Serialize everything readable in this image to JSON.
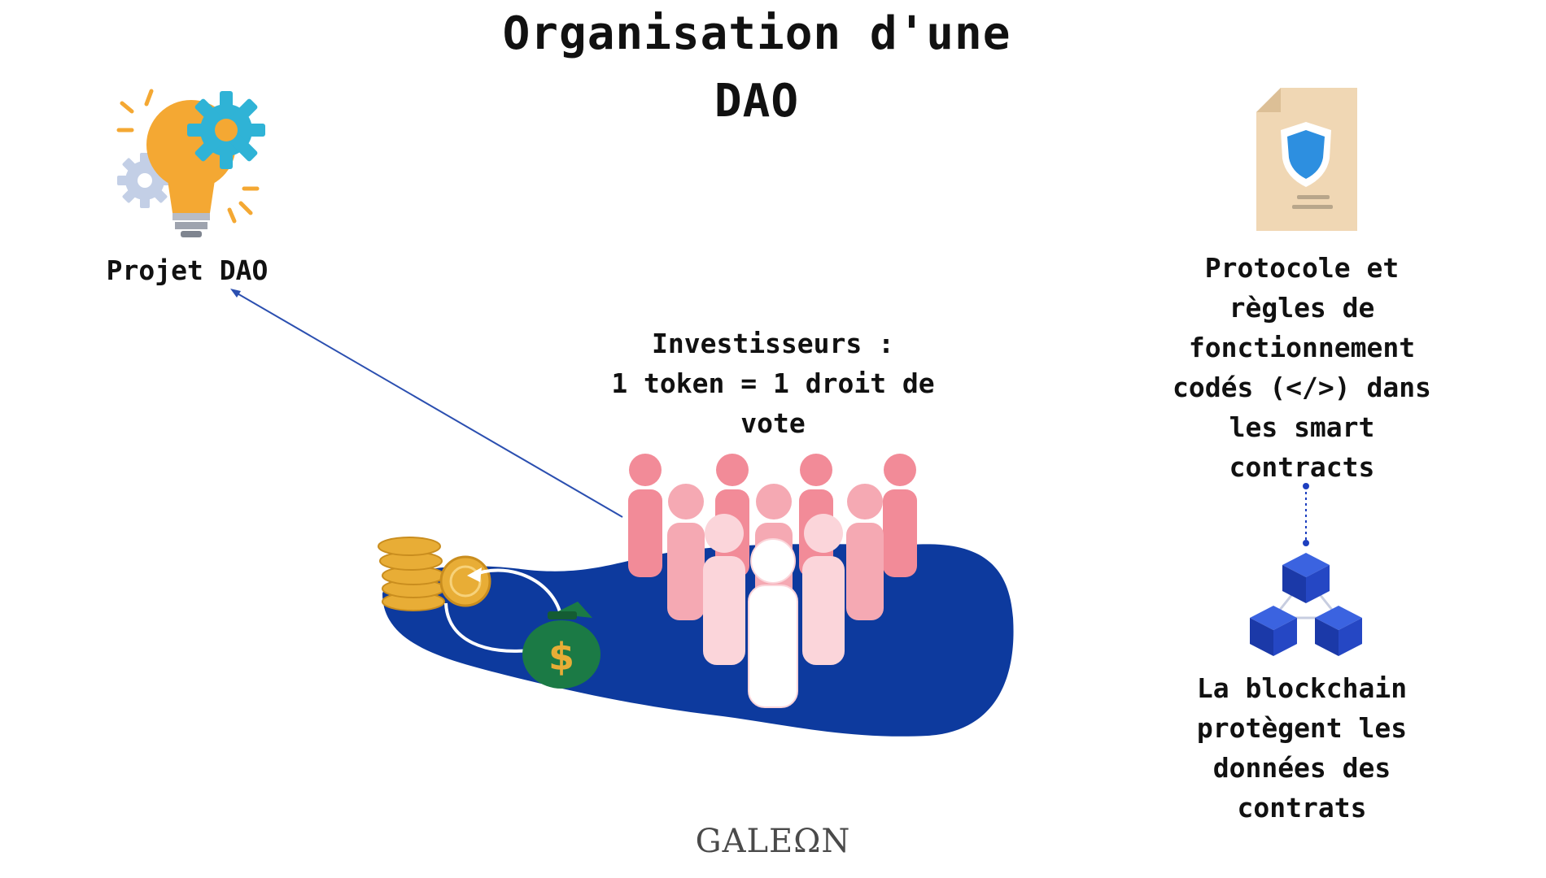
{
  "title": {
    "line1": "Organisation d'une",
    "line2": "DAO"
  },
  "projet": {
    "label": "Projet DAO",
    "icon": "lightbulb-gears-icon"
  },
  "investors": {
    "lines": [
      "Investisseurs :",
      "1 token = 1 droit de",
      "vote"
    ],
    "icon": "people-group-icon"
  },
  "protocol": {
    "lines": [
      "Protocole et",
      "règles  de",
      "fonctionnement",
      "codés (</>)  dans",
      "les smart",
      "contracts"
    ],
    "icon": "contract-document-icon"
  },
  "blockchain": {
    "lines": [
      "La blockchain",
      "protègent les",
      "données des",
      "contrats"
    ],
    "icon": "blockchain-cubes-icon"
  },
  "brand": "GALEΩN",
  "colors": {
    "blob": "#0d3a9e",
    "coin": "#e8ad36",
    "moneybag": "#1b7a45",
    "cube": "#1d3fbf",
    "paper": "#f0d7b4",
    "shield": "#2d8fe0",
    "bulb": "#f4a833",
    "gear": "#2fb3d6",
    "people_dark": "#f28b98",
    "people_light": "#fbd5da"
  }
}
